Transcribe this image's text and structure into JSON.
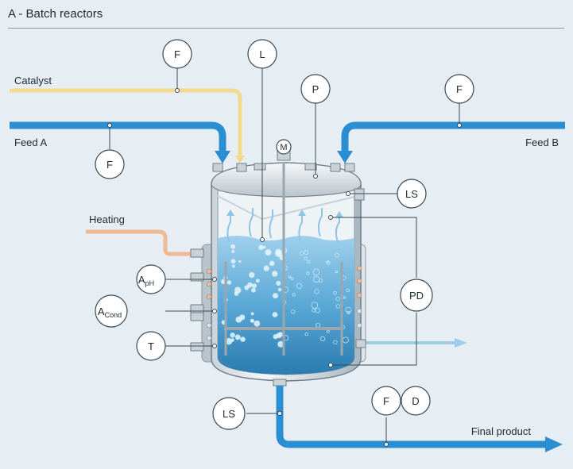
{
  "title": "A - Batch reactors",
  "labels": {
    "catalyst": "Catalyst",
    "feed_a": "Feed A",
    "feed_b": "Feed B",
    "heating": "Heating",
    "final_product": "Final product"
  },
  "instruments": {
    "flow_catalyst": "F",
    "level": "L",
    "pressure": "P",
    "flow_feed_b": "F",
    "flow_feed_a": "F",
    "level_switch_top": "LS",
    "ph_main": "A",
    "ph_sub": "pH",
    "cond_main": "A",
    "cond_sub": "Cond",
    "differential_pressure": "PD",
    "temperature": "T",
    "level_switch_bottom": "LS",
    "flow_product": "F",
    "density": "D"
  },
  "motor": "M",
  "colors": {
    "feed_pipe": "#2a8fd2",
    "catalyst_pipe": "#f3d98c",
    "heating_pipe": "#f2b894",
    "liquid": "#3d93c6",
    "background": "#e6eef4"
  }
}
